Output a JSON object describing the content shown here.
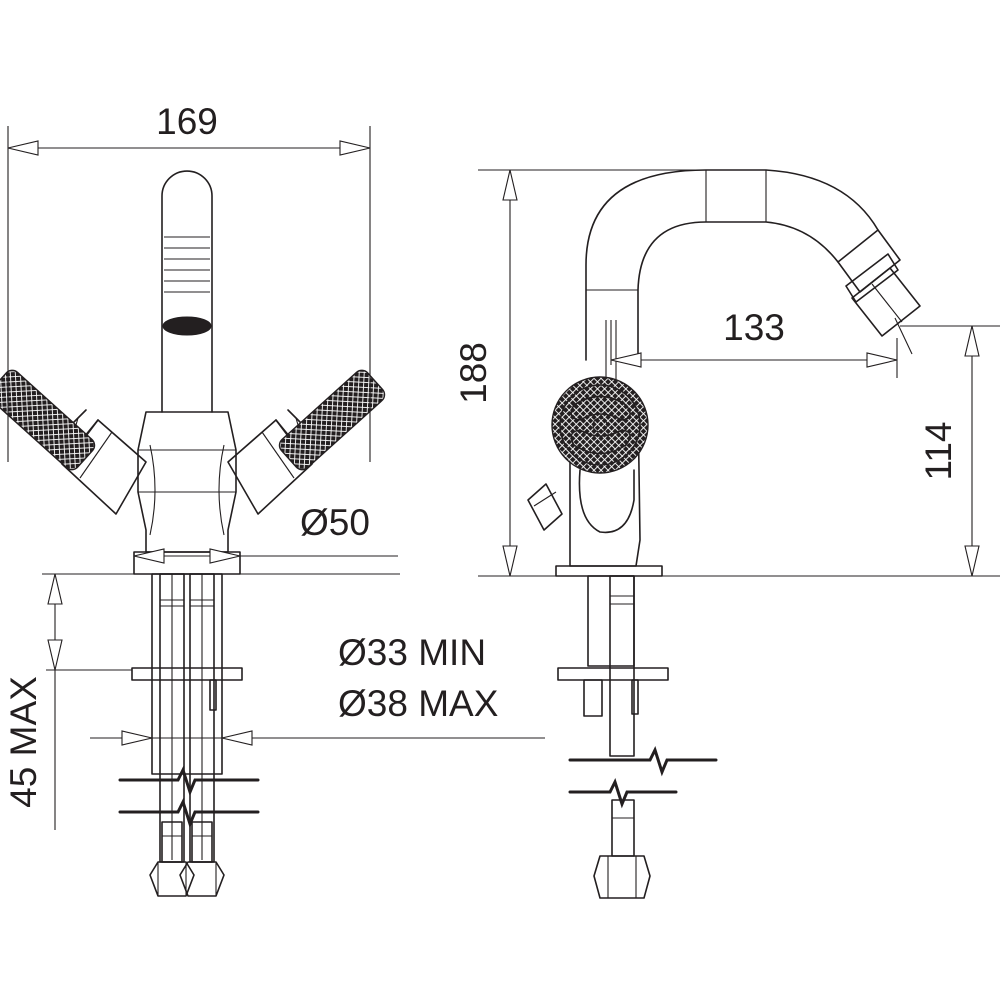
{
  "dimensions": {
    "width_total": "169",
    "height_total": "188",
    "spout_reach": "133",
    "spout_height": "114",
    "base_diameter": "Ø50",
    "hole_min": "Ø33 MIN",
    "hole_max": "Ø38 MAX",
    "deck_thickness": "45 MAX"
  },
  "colors": {
    "line": "#231f20",
    "background": "#ffffff"
  }
}
